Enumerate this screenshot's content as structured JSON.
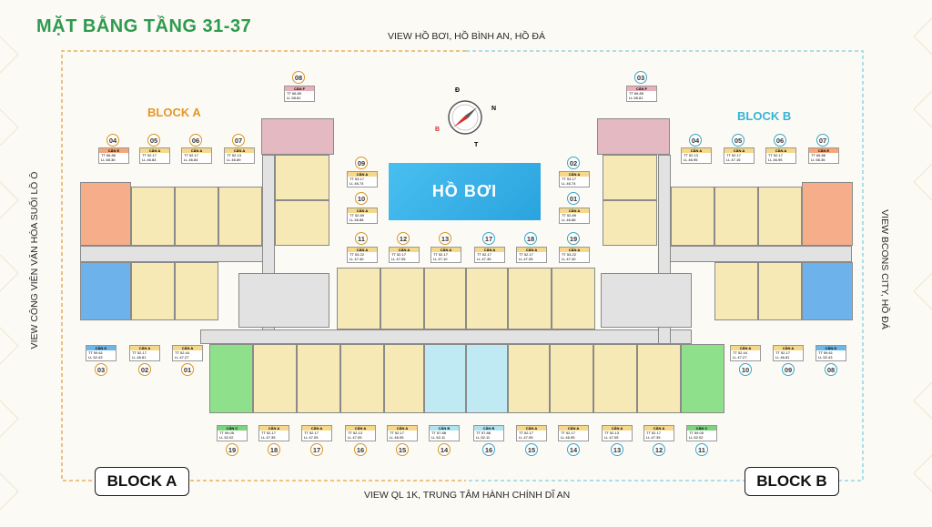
{
  "title": "MẶT BẰNG TẦNG 31-37",
  "views": {
    "top": "VIEW HỒ BƠI, HỒ BÌNH AN, HỒ ĐÁ",
    "bottom": "VIEW QL 1K, TRUNG TÂM HÀNH CHÍNH DĨ AN",
    "left": "VIEW CÔNG VIÊN VĂN HÓA SUỐI LỒ Ô",
    "right": "VIEW BCONS CITY, HỒ ĐÁ"
  },
  "blocks": {
    "a_label": "BLOCK A",
    "b_label": "BLOCK B",
    "a_box": "BLOCK A",
    "b_box": "BLOCK B"
  },
  "pool_label": "HỒ BƠI",
  "compass": {
    "n": "N",
    "s": "B",
    "e": "Đ",
    "w": "T"
  },
  "colors": {
    "title": "#2e9a4e",
    "block_a": "#e5972a",
    "block_b": "#37b4d6",
    "pool": "#2aa3de",
    "border_a": "#e8a23a",
    "border_b": "#7fcfe0"
  },
  "badges": {
    "a_top": "08",
    "a_row1": [
      "04",
      "05",
      "06",
      "07"
    ],
    "a_mid": [
      "09",
      "10"
    ],
    "a_row2": [
      "11",
      "12",
      "13"
    ],
    "a_left": [
      "03",
      "02",
      "01"
    ],
    "a_bottom": [
      "19",
      "18",
      "17",
      "16",
      "15",
      "14"
    ],
    "b_top": "03",
    "b_row1": [
      "04",
      "05",
      "06",
      "07"
    ],
    "b_mid": [
      "02",
      "01"
    ],
    "b_row2": [
      "17",
      "18",
      "19"
    ],
    "b_right": [
      "10",
      "09",
      "08"
    ],
    "b_bottom": [
      "16",
      "15",
      "14",
      "13",
      "12",
      "11"
    ]
  },
  "tags": {
    "a_top": {
      "h": "CĂN F",
      "tt": "TT 66.85",
      "ll": "LL 58.81"
    },
    "a_row1": [
      {
        "h": "CĂN E",
        "tt": "TT 66.86",
        "ll": "LL 58.36"
      },
      {
        "h": "CĂN A",
        "tt": "TT 52.17",
        "ll": "LL 46.84"
      },
      {
        "h": "CĂN A",
        "tt": "TT 52.17",
        "ll": "LL 46.84"
      },
      {
        "h": "CĂN A",
        "tt": "TT 52.13",
        "ll": "LL 46.89"
      }
    ],
    "a_mid": [
      {
        "h": "CĂN A",
        "tt": "TT 53.17",
        "ll": "LL 46.74"
      },
      {
        "h": "CĂN A",
        "tt": "TT 52.89",
        "ll": "LL 46.88"
      }
    ],
    "a_row2": [
      {
        "h": "CĂN A",
        "tt": "TT 53.22",
        "ll": "LL 47.40"
      },
      {
        "h": "CĂN A",
        "tt": "TT 52.17",
        "ll": "LL 47.05"
      },
      {
        "h": "CĂN A",
        "tt": "TT 52.17",
        "ll": "LL 47.10"
      }
    ],
    "a_left": [
      {
        "h": "CĂN D",
        "tt": "TT 59.61",
        "ll": "LL 52.43"
      },
      {
        "h": "CĂN A",
        "tt": "TT 52.17",
        "ll": "LL 46.81"
      },
      {
        "h": "CĂN A",
        "tt": "TT 52.44",
        "ll": "LL 47.27"
      }
    ],
    "a_bottom": [
      {
        "h": "CĂN C",
        "tt": "TT 59.05",
        "ll": "LL 52.02"
      },
      {
        "h": "CĂN A",
        "tt": "TT 52.17",
        "ll": "LL 47.35"
      },
      {
        "h": "CĂN A",
        "tt": "TT 52.17",
        "ll": "LL 47.05"
      },
      {
        "h": "CĂN A",
        "tt": "TT 52.13",
        "ll": "LL 47.05"
      },
      {
        "h": "CĂN A",
        "tt": "TT 52.17",
        "ll": "LL 46.95"
      },
      {
        "h": "CĂN B",
        "tt": "TT 57.88",
        "ll": "LL 52.11"
      }
    ],
    "b_top": {
      "h": "CĂN F",
      "tt": "TT 66.85",
      "ll": "LL 58.81"
    },
    "b_row1": [
      {
        "h": "CĂN A",
        "tt": "TT 52.13",
        "ll": "LL 46.95"
      },
      {
        "h": "CĂN A",
        "tt": "TT 52.17",
        "ll": "LL 47.15"
      },
      {
        "h": "CĂN A",
        "tt": "TT 52.17",
        "ll": "LL 46.95"
      },
      {
        "h": "CĂN E",
        "tt": "TT 66.86",
        "ll": "LL 58.36"
      }
    ],
    "b_mid": [
      {
        "h": "CĂN A",
        "tt": "TT 53.17",
        "ll": "LL 46.74"
      },
      {
        "h": "CĂN A",
        "tt": "TT 52.89",
        "ll": "LL 46.88"
      }
    ],
    "b_row2": [
      {
        "h": "CĂN A",
        "tt": "TT 52.17",
        "ll": "LL 47.35"
      },
      {
        "h": "CĂN A",
        "tt": "TT 52.17",
        "ll": "LL 47.05"
      },
      {
        "h": "CĂN A",
        "tt": "TT 53.22",
        "ll": "LL 47.40"
      }
    ],
    "b_right": [
      {
        "h": "CĂN A",
        "tt": "TT 52.44",
        "ll": "LL 47.27"
      },
      {
        "h": "CĂN A",
        "tt": "TT 52.17",
        "ll": "LL 46.81"
      },
      {
        "h": "CĂN D",
        "tt": "TT 59.61",
        "ll": "LL 52.43"
      }
    ],
    "b_bottom": [
      {
        "h": "CĂN B",
        "tt": "TT 57.88",
        "ll": "LL 52.11"
      },
      {
        "h": "CĂN A",
        "tt": "TT 52.17",
        "ll": "LL 47.05"
      },
      {
        "h": "CĂN A",
        "tt": "TT 52.17",
        "ll": "LL 46.95"
      },
      {
        "h": "CĂN A",
        "tt": "TT 52.13",
        "ll": "LL 47.05"
      },
      {
        "h": "CĂN A",
        "tt": "TT 52.17",
        "ll": "LL 47.35"
      },
      {
        "h": "CĂN C",
        "tt": "TT 59.05",
        "ll": "LL 52.02"
      }
    ]
  }
}
